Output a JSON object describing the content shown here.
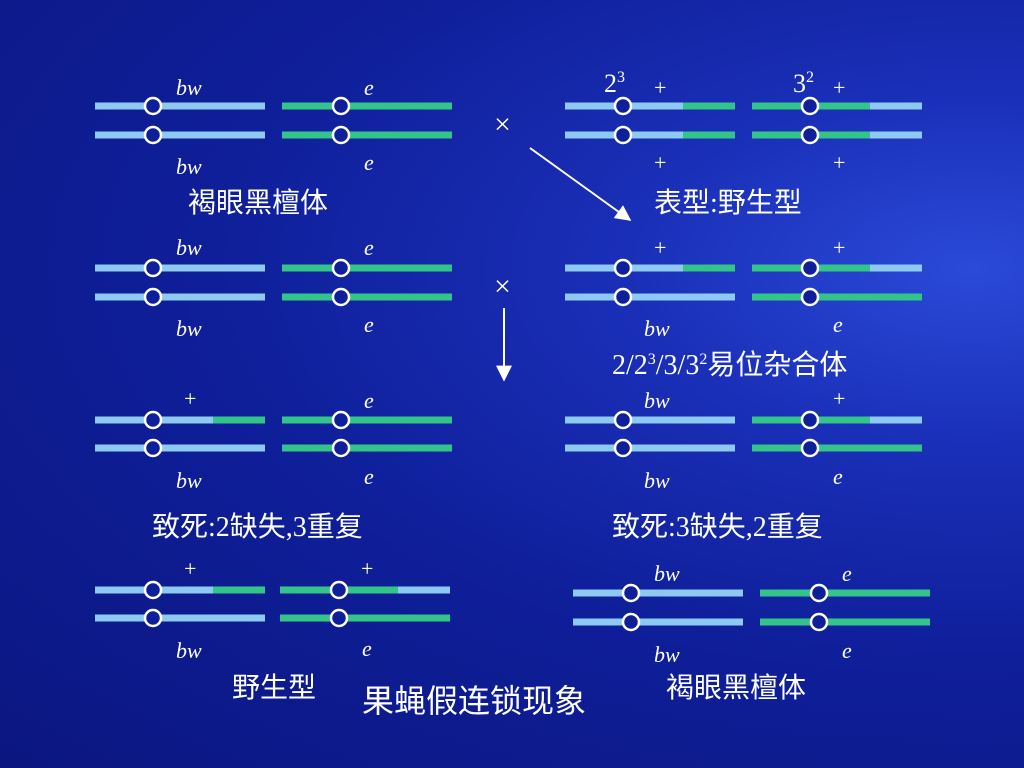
{
  "colors": {
    "chrom_blue": "#8ec9f2",
    "chrom_green": "#33c48a",
    "text": "#ffffff"
  },
  "title": "果蝇假连锁现象",
  "captions": {
    "r1_left": "褐眼黑檀体",
    "r1_right": "表型:野生型",
    "r2_right_prefix_2": "2/2",
    "r2_right_sup_a": "3",
    "r2_right_mid": "/3/3",
    "r2_right_sup_b": "2",
    "r2_right_suffix": "易位杂合体",
    "r3_left": "致死:2缺失,3重复",
    "r3_right": "致死:3缺失,2重复",
    "r4_left": "野生型",
    "r4_right": "褐眼黑檀体"
  },
  "symbols": {
    "cross": "×",
    "bw": "bw",
    "e": "e",
    "plus": "+",
    "sup_2_3_base": "2",
    "sup_2_3_exp": "3",
    "sup_3_2_base": "3",
    "sup_3_2_exp": "2"
  }
}
